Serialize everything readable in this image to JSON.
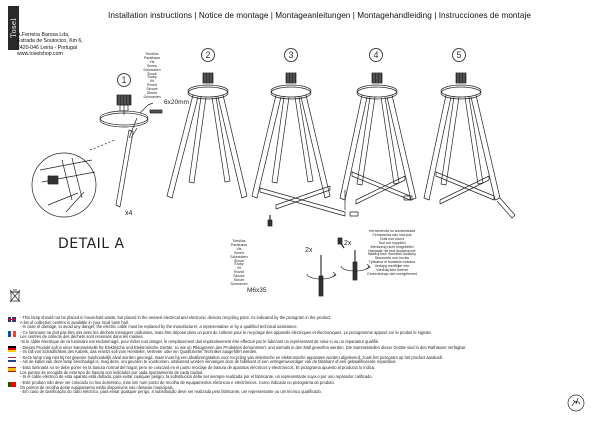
{
  "brand": {
    "logo_text": "Tosel"
  },
  "company": {
    "lines": [
      "A.Ferreira Barosa Lda,",
      "Estrada de Soutocico, Km 6,",
      "2420-046 Leiria - Portugal",
      "www.toselshop.com"
    ]
  },
  "title": "Installation instructions | Notice de montage | Montageanleitungen | Montagehandleiding | Instrucciones de montaje",
  "steps": [
    "1",
    "2",
    "3",
    "4",
    "5"
  ],
  "labels": {
    "screws_top": [
      "Tornillos",
      "Parafusos",
      "Vis",
      "Screw",
      "Schrauben",
      "Šroub",
      "Šruby",
      "Vít",
      "Rovvit",
      "Skruve",
      "Skruer",
      "Schroeven"
    ],
    "size_top": "6x20mm",
    "qty_x4": "x4",
    "detail": "DETAIL A",
    "screws_bottom": [
      "Tornillos",
      "Parafusos",
      "Vis",
      "Screw",
      "Schrauben",
      "Šroub",
      "Šruby",
      "Vít",
      "Rovvit",
      "Skruve",
      "Skruer",
      "Schroeven"
    ],
    "size_bottom": "M6x35",
    "qty_left": "2x",
    "qty_right": "2x",
    "no_tool": [
      "Herramienta no suministrada",
      "Ferramenta não incluída",
      "Outil non fourni",
      "Tool not supplied",
      "Werkzeug nicht mitgeliefert",
      "Nanjadje nie jest dostarczone",
      "Nástroj není součástí dodávky",
      "Strumento non fornito",
      "Työkalua ei toimiteta mukana",
      "Verktyg medföljer inte",
      "Værktøj ikke leveret",
      "Gereedschap niet meegeleverd"
    ]
  },
  "warnings": [
    {
      "flag": "uk",
      "text": "- This lamp should not be placed in household waste, but placed in the nearest electrical and electronic devices recycling point. As indicated by the pictogram in the product.\n A list of collection centers is available in your local town hall.\n - In case of damage, to avoid any danger, the electric cable must be replaced by the manufacturer, a representative or by a qualified technical assistance."
    },
    {
      "flag": "fr",
      "text": "- Ce luminaire ne doit pas être mis avec les déchets ménagers ordinaires, mais être déposé dans un point de collecte pour le recyclage des appareils électriques et électroniques. Le pictogramme apposé sur le produit le signale.\n Les centres de collecte des déchets sont recensés dans les mairies.\n -Si le câble électrique de ce luminaire est endommagé, pour éviter tout danger, le remplacement doit impérativement être effectué par le fabricant un représentant de celui-ci ou un réparateur qualifié."
    },
    {
      "flag": "de",
      "text": "- Dieses Produkt soll in einer Sammelstelle für Elektrische und Elektronische Geräte, so wie im Piktogramm des Produktes demonstriert, und niemals in den Müll geworfen werden. Die Sammelstellen dieser Geräte sind in den Rathäuser verfügbar.\n - Im fall von Schädlichkeit des Kabels, das ersetzt soll vom Hersteller, Vertreter oder ein Qualifizierter Techniker ausgeführt werden."
    },
    {
      "flag": "nl",
      "text": "- Deze lamp mag niet bij het gewone huishoudelijk afval worden gevoegd, maar moet bij een afvalbrengstation voor recycling van elektrische en elektronische apparaten worden afgeleverd, zoals het pictogram op het product aanduidt.\n - Als de kabel van deze lamp beschadigd is, mag deze, om gevaren te voorkomen, uitsluitend worden vervangen door de fabrikant of een vertegenwoordiger van de fabrikant of een gekwalificeerde reparateur."
    },
    {
      "flag": "es",
      "text": "- Esta luminaria no se debe poner en la basura normal del hogar, pero se colocará en el punto reciclaje de basura de aparatos eléctricos y electrónicos. El pictograma apuesto al producto lo indica.\n Los puntos de recogida de este tipo de basura son indicados por cada ayuntamiento de cada ciudad.\n - Si el cable eléctrico de esta aparato está dañado, para evitar cualquier peligro, la substitución debe ser siempre realizada por el fabricante, un representante suyo o por uno reparador calificado."
    },
    {
      "flag": "pt",
      "text": "- Este produto não deve ser colocado no lixo doméstico, mas sim num ponto de recolha de equipamentos eléctricos e electrónicos. Como indicado no pictograma do produto.\n Os pontos de recolha deste equipamento estão disponíveis nas câmaras municipais.\n - Em caso de danificação do cabo eléctrico, para evitar qualquer perigo, a substituição deve ser realizada pelo fabricante, um representante ou um técnico qualificado."
    }
  ]
}
